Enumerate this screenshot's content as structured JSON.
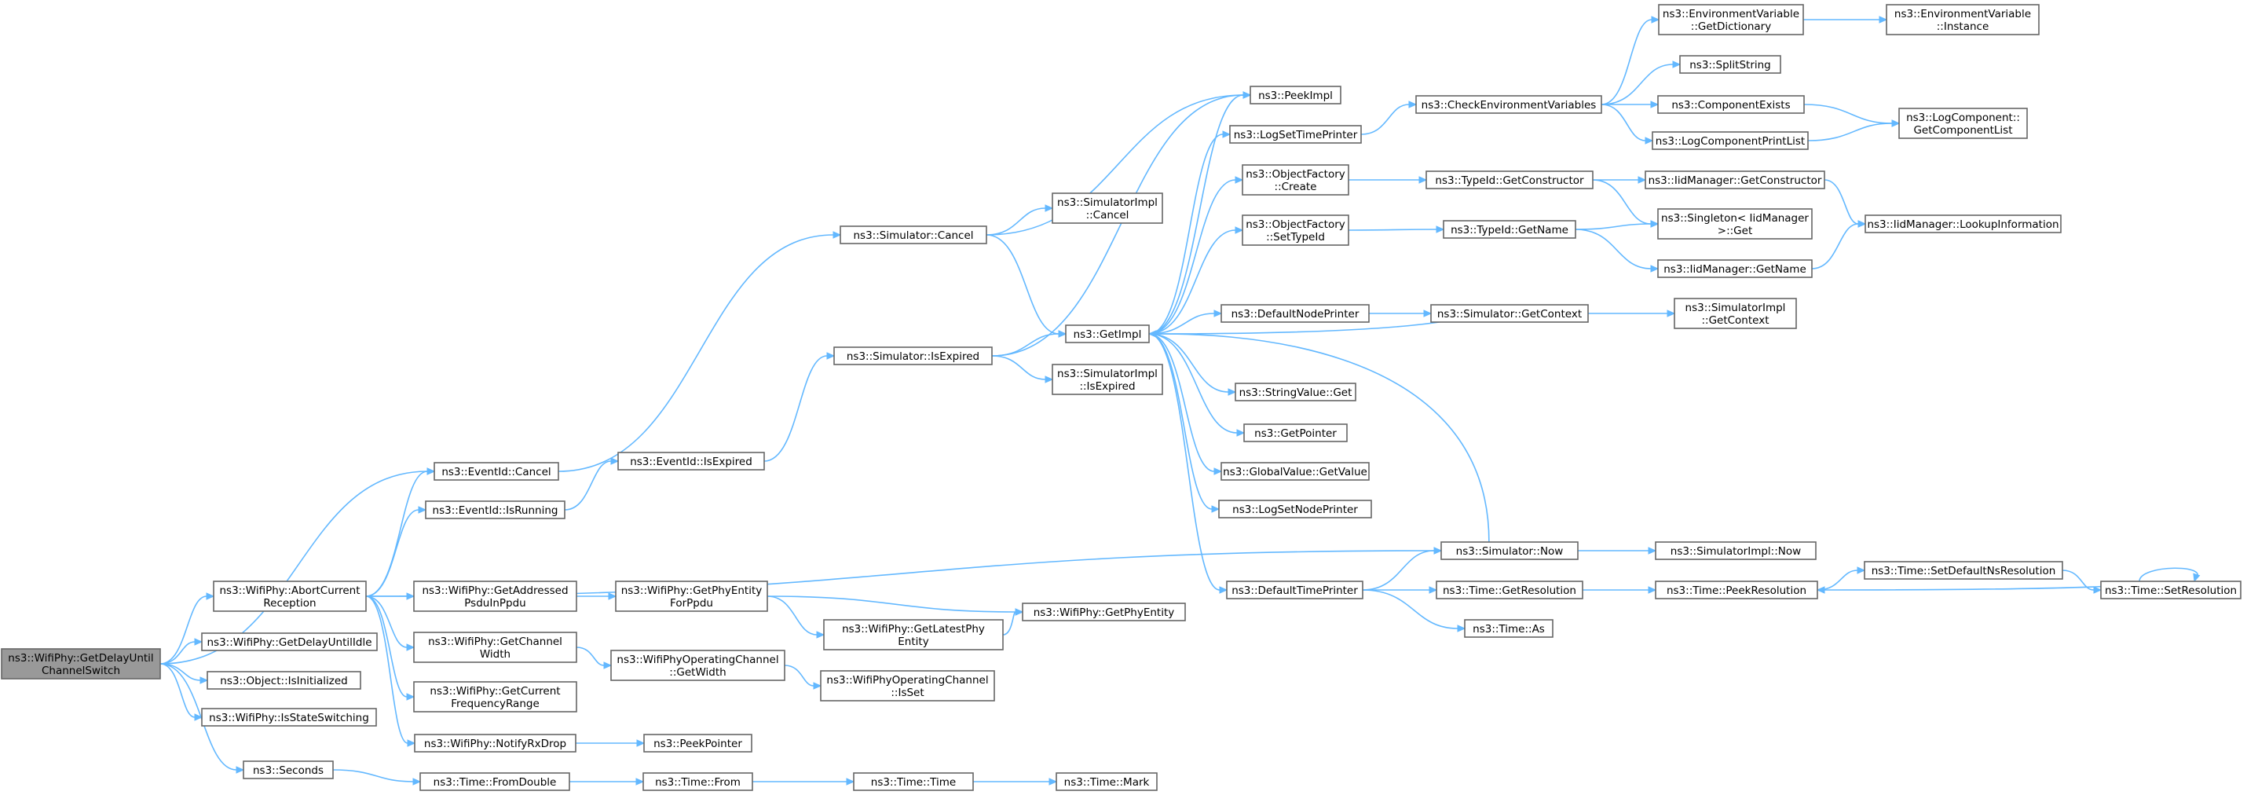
{
  "graph": {
    "root_id": "root",
    "nodes": [
      {
        "id": "root",
        "lines": [
          "ns3::WifiPhy::GetDelayUntil",
          "ChannelSwitch"
        ],
        "root": true
      },
      {
        "id": "abort",
        "lines": [
          "ns3::WifiPhy::AbortCurrent",
          "Reception"
        ]
      },
      {
        "id": "getdelayidle",
        "lines": [
          "ns3::WifiPhy::GetDelayUntilIdle"
        ]
      },
      {
        "id": "isinit",
        "lines": [
          "ns3::Object::IsInitialized"
        ]
      },
      {
        "id": "isstatesw",
        "lines": [
          "ns3::WifiPhy::IsStateSwitching"
        ]
      },
      {
        "id": "seconds",
        "lines": [
          "ns3::Seconds"
        ]
      },
      {
        "id": "evcancel",
        "lines": [
          "ns3::EventId::Cancel"
        ]
      },
      {
        "id": "evrunning",
        "lines": [
          "ns3::EventId::IsRunning"
        ]
      },
      {
        "id": "getaddr",
        "lines": [
          "ns3::WifiPhy::GetAddressed",
          "PsduInPpdu"
        ]
      },
      {
        "id": "getchw",
        "lines": [
          "ns3::WifiPhy::GetChannel",
          "Width"
        ]
      },
      {
        "id": "getcurfr",
        "lines": [
          "ns3::WifiPhy::GetCurrent",
          "FrequencyRange"
        ]
      },
      {
        "id": "notifyrx",
        "lines": [
          "ns3::WifiPhy::NotifyRxDrop"
        ]
      },
      {
        "id": "fromdouble",
        "lines": [
          "ns3::Time::FromDouble"
        ]
      },
      {
        "id": "evexpired",
        "lines": [
          "ns3::EventId::IsExpired"
        ]
      },
      {
        "id": "getphyent",
        "lines": [
          "ns3::WifiPhy::GetPhyEntity",
          "ForPpdu"
        ]
      },
      {
        "id": "opchw",
        "lines": [
          "ns3::WifiPhyOperatingChannel",
          "::GetWidth"
        ]
      },
      {
        "id": "peekptr",
        "lines": [
          "ns3::PeekPointer"
        ]
      },
      {
        "id": "timefrom",
        "lines": [
          "ns3::Time::From"
        ]
      },
      {
        "id": "simcancel",
        "lines": [
          "ns3::Simulator::Cancel"
        ]
      },
      {
        "id": "simexpired",
        "lines": [
          "ns3::Simulator::IsExpired"
        ]
      },
      {
        "id": "getlatest",
        "lines": [
          "ns3::WifiPhy::GetLatestPhy",
          "Entity"
        ]
      },
      {
        "id": "opisset",
        "lines": [
          "ns3::WifiPhyOperatingChannel",
          "::IsSet"
        ]
      },
      {
        "id": "timetime",
        "lines": [
          "ns3::Time::Time"
        ]
      },
      {
        "id": "implcancel",
        "lines": [
          "ns3::SimulatorImpl",
          "::Cancel"
        ]
      },
      {
        "id": "getimpl",
        "lines": [
          "ns3::GetImpl"
        ]
      },
      {
        "id": "implexpired",
        "lines": [
          "ns3::SimulatorImpl",
          "::IsExpired"
        ]
      },
      {
        "id": "getphyentity",
        "lines": [
          "ns3::WifiPhy::GetPhyEntity"
        ]
      },
      {
        "id": "timemark",
        "lines": [
          "ns3::Time::Mark"
        ]
      },
      {
        "id": "peekimpl",
        "lines": [
          "ns3::PeekImpl"
        ]
      },
      {
        "id": "logsettp",
        "lines": [
          "ns3::LogSetTimePrinter"
        ]
      },
      {
        "id": "objcreate",
        "lines": [
          "ns3::ObjectFactory",
          "::Create"
        ]
      },
      {
        "id": "objsettid",
        "lines": [
          "ns3::ObjectFactory",
          "::SetTypeId"
        ]
      },
      {
        "id": "defnodep",
        "lines": [
          "ns3::DefaultNodePrinter"
        ]
      },
      {
        "id": "strget",
        "lines": [
          "ns3::StringValue::Get"
        ]
      },
      {
        "id": "getptr",
        "lines": [
          "ns3::GetPointer"
        ]
      },
      {
        "id": "globget",
        "lines": [
          "ns3::GlobalValue::GetValue"
        ]
      },
      {
        "id": "logsetnp",
        "lines": [
          "ns3::LogSetNodePrinter"
        ]
      },
      {
        "id": "deftimep",
        "lines": [
          "ns3::DefaultTimePrinter"
        ]
      },
      {
        "id": "checkenv",
        "lines": [
          "ns3::CheckEnvironmentVariables"
        ]
      },
      {
        "id": "tidgetctor",
        "lines": [
          "ns3::TypeId::GetConstructor"
        ]
      },
      {
        "id": "tidgetname",
        "lines": [
          "ns3::TypeId::GetName"
        ]
      },
      {
        "id": "simgetctx",
        "lines": [
          "ns3::Simulator::GetContext"
        ]
      },
      {
        "id": "simnow",
        "lines": [
          "ns3::Simulator::Now"
        ]
      },
      {
        "id": "timegetres",
        "lines": [
          "ns3::Time::GetResolution"
        ]
      },
      {
        "id": "timeas",
        "lines": [
          "ns3::Time::As"
        ]
      },
      {
        "id": "envgetdict",
        "lines": [
          "ns3::EnvironmentVariable",
          "::GetDictionary"
        ]
      },
      {
        "id": "splitstr",
        "lines": [
          "ns3::SplitString"
        ]
      },
      {
        "id": "compexists",
        "lines": [
          "ns3::ComponentExists"
        ]
      },
      {
        "id": "logcompprint",
        "lines": [
          "ns3::LogComponentPrintList"
        ]
      },
      {
        "id": "iidgetctor",
        "lines": [
          "ns3::IidManager::GetConstructor"
        ]
      },
      {
        "id": "singleton",
        "lines": [
          "ns3::Singleton< IidManager",
          ">::Get"
        ]
      },
      {
        "id": "iidgetname",
        "lines": [
          "ns3::IidManager::GetName"
        ]
      },
      {
        "id": "implgetctx",
        "lines": [
          "ns3::SimulatorImpl",
          "::GetContext"
        ]
      },
      {
        "id": "implnow",
        "lines": [
          "ns3::SimulatorImpl::Now"
        ]
      },
      {
        "id": "timepeekres",
        "lines": [
          "ns3::Time::PeekResolution"
        ]
      },
      {
        "id": "envinst",
        "lines": [
          "ns3::EnvironmentVariable",
          "::Instance"
        ]
      },
      {
        "id": "logcompget",
        "lines": [
          "ns3::LogComponent::",
          "GetComponentList"
        ]
      },
      {
        "id": "iidlookup",
        "lines": [
          "ns3::IidManager::LookupInformation"
        ]
      },
      {
        "id": "timesetdef",
        "lines": [
          "ns3::Time::SetDefaultNsResolution"
        ]
      },
      {
        "id": "timesetres",
        "lines": [
          "ns3::Time::SetResolution"
        ]
      }
    ],
    "edges": [
      [
        "root",
        "abort"
      ],
      [
        "root",
        "getdelayidle"
      ],
      [
        "root",
        "isinit"
      ],
      [
        "root",
        "isstatesw"
      ],
      [
        "root",
        "seconds"
      ],
      [
        "root",
        "evcancel"
      ],
      [
        "abort",
        "evcancel"
      ],
      [
        "abort",
        "evrunning"
      ],
      [
        "abort",
        "getaddr"
      ],
      [
        "abort",
        "getchw"
      ],
      [
        "abort",
        "getcurfr"
      ],
      [
        "abort",
        "notifyrx"
      ],
      [
        "abort",
        "simnow"
      ],
      [
        "seconds",
        "fromdouble"
      ],
      [
        "evcancel",
        "simcancel"
      ],
      [
        "evrunning",
        "evexpired"
      ],
      [
        "getaddr",
        "getphyent"
      ],
      [
        "getchw",
        "opchw"
      ],
      [
        "notifyrx",
        "peekptr"
      ],
      [
        "fromdouble",
        "timefrom"
      ],
      [
        "evexpired",
        "simexpired"
      ],
      [
        "getphyent",
        "getlatest"
      ],
      [
        "getphyent",
        "getphyentity"
      ],
      [
        "opchw",
        "opisset"
      ],
      [
        "timefrom",
        "timetime"
      ],
      [
        "simcancel",
        "implcancel"
      ],
      [
        "simcancel",
        "getimpl"
      ],
      [
        "simcancel",
        "peekimpl"
      ],
      [
        "simexpired",
        "getimpl"
      ],
      [
        "simexpired",
        "implexpired"
      ],
      [
        "simexpired",
        "peekimpl"
      ],
      [
        "getlatest",
        "getphyentity"
      ],
      [
        "timetime",
        "timemark"
      ],
      [
        "getimpl",
        "peekimpl"
      ],
      [
        "getimpl",
        "logsettp"
      ],
      [
        "getimpl",
        "objcreate"
      ],
      [
        "getimpl",
        "objsettid"
      ],
      [
        "getimpl",
        "defnodep"
      ],
      [
        "getimpl",
        "strget"
      ],
      [
        "getimpl",
        "getptr"
      ],
      [
        "getimpl",
        "globget"
      ],
      [
        "getimpl",
        "logsetnp"
      ],
      [
        "getimpl",
        "deftimep"
      ],
      [
        "logsettp",
        "checkenv"
      ],
      [
        "objcreate",
        "tidgetctor"
      ],
      [
        "objsettid",
        "tidgetname"
      ],
      [
        "defnodep",
        "simgetctx"
      ],
      [
        "deftimep",
        "simnow"
      ],
      [
        "deftimep",
        "timegetres"
      ],
      [
        "deftimep",
        "timeas"
      ],
      [
        "checkenv",
        "envgetdict"
      ],
      [
        "checkenv",
        "splitstr"
      ],
      [
        "checkenv",
        "compexists"
      ],
      [
        "checkenv",
        "logcompprint"
      ],
      [
        "tidgetctor",
        "iidgetctor"
      ],
      [
        "tidgetctor",
        "singleton"
      ],
      [
        "tidgetname",
        "singleton"
      ],
      [
        "tidgetname",
        "iidgetname"
      ],
      [
        "simgetctx",
        "getimpl"
      ],
      [
        "simgetctx",
        "implgetctx"
      ],
      [
        "simnow",
        "getimpl"
      ],
      [
        "simnow",
        "implnow"
      ],
      [
        "timegetres",
        "timepeekres"
      ],
      [
        "envgetdict",
        "envinst"
      ],
      [
        "compexists",
        "logcompget"
      ],
      [
        "logcompprint",
        "logcompget"
      ],
      [
        "iidgetctor",
        "iidlookup"
      ],
      [
        "iidgetname",
        "iidlookup"
      ],
      [
        "timepeekres",
        "timesetdef"
      ],
      [
        "timesetdef",
        "timesetres"
      ],
      [
        "timesetres",
        "timepeekres"
      ],
      [
        "timesetres",
        "timesetres"
      ]
    ]
  }
}
